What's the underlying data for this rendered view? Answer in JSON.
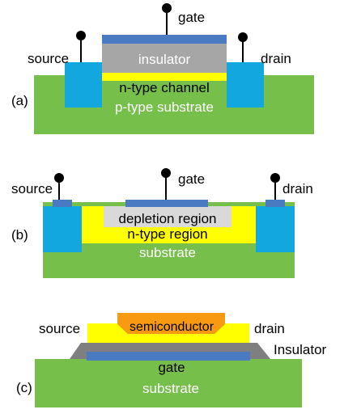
{
  "panel_a": {
    "label": "(a)",
    "gate": "gate",
    "source": "source",
    "drain": "drain",
    "insulator": "insulator",
    "channel": "n-type channel",
    "substrate": "p-type substrate"
  },
  "panel_b": {
    "label": "(b)",
    "gate": "gate",
    "source": "source",
    "drain": "drain",
    "depletion": "depletion region",
    "ntype_region": "n-type region",
    "substrate": "substrate"
  },
  "panel_c": {
    "label": "(c)",
    "source": "source",
    "drain": "drain",
    "semiconductor": "semiconductor",
    "insulator": "Insulator",
    "gate": "gate",
    "substrate": "substrate"
  },
  "colors": {
    "substrate_green": "#76bf4a",
    "contact_blue": "#12a8df",
    "electrode_blue": "#4a7ac1",
    "insulator_gray": "#a6a6a6",
    "channel_yellow": "#ffff00",
    "semiconductor_orange": "#f79a11",
    "insulator_dark_gray": "#7f7f7f",
    "depletion_gray": "#d9d9d9"
  }
}
